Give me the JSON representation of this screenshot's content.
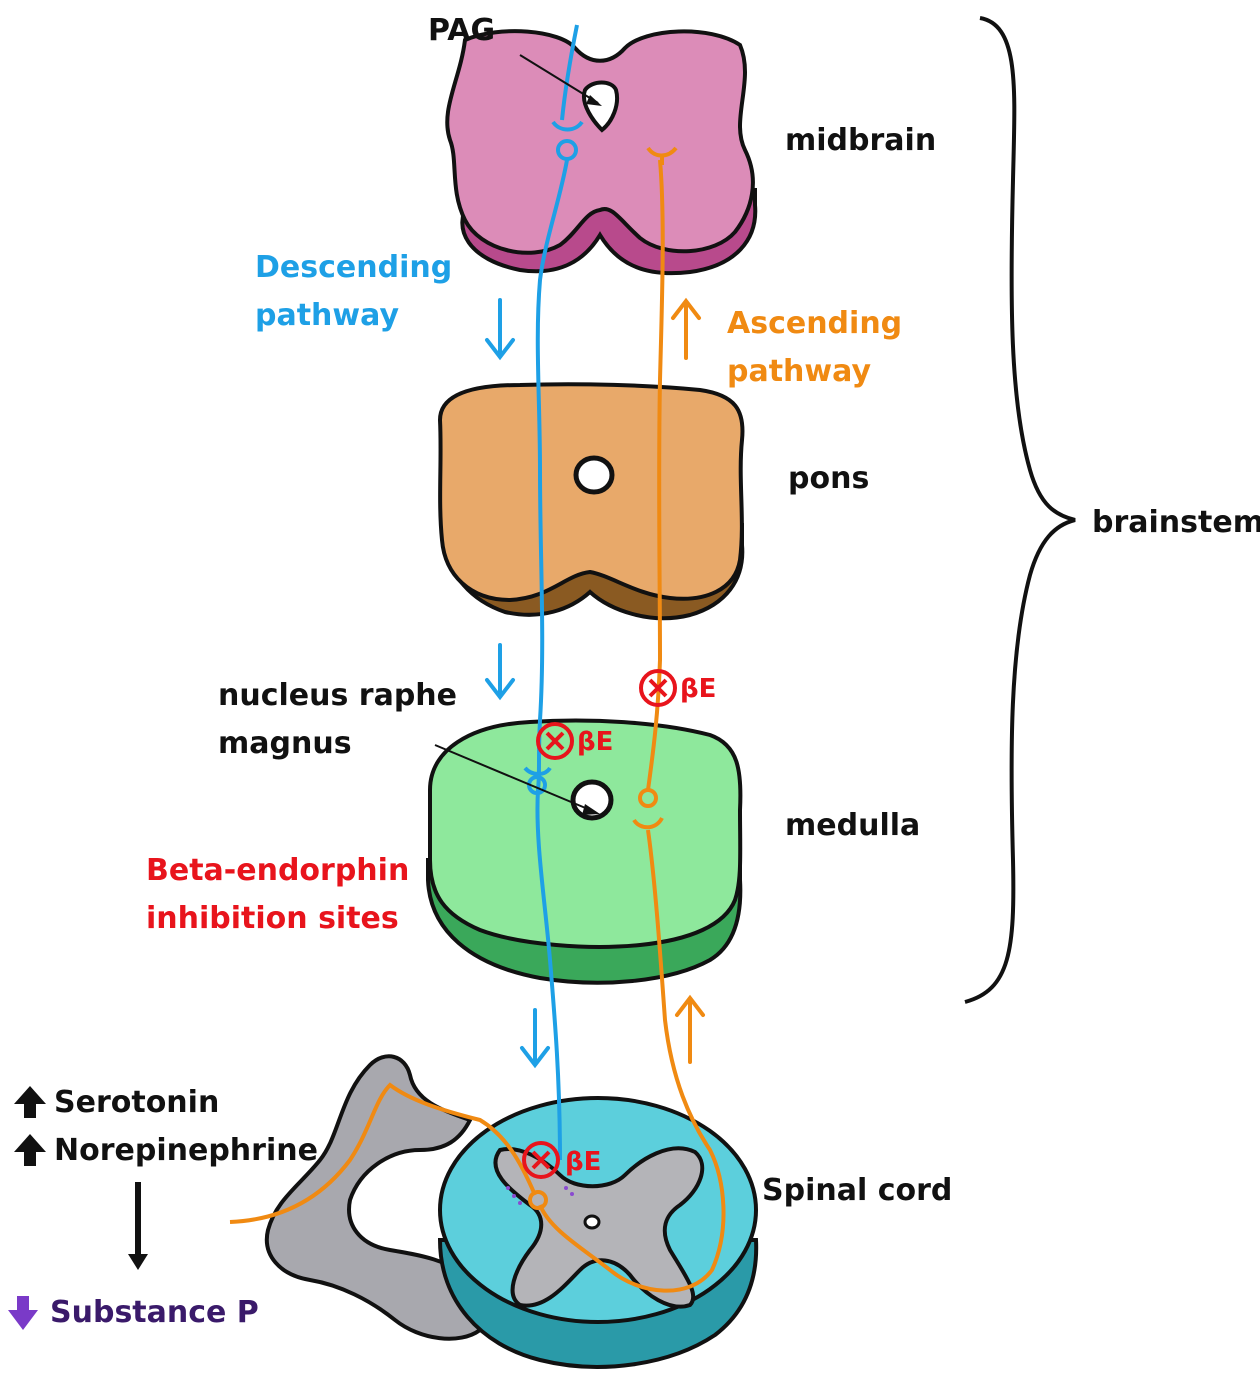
{
  "labels": {
    "pag": "PAG",
    "midbrain": "midbrain",
    "pons": "pons",
    "medulla": "medulla",
    "spinal_cord": "Spinal cord",
    "brainstem": "brainstem",
    "descending_line1": "Descending",
    "descending_line2": "pathway",
    "ascending_line1": "Ascending",
    "ascending_line2": "pathway",
    "nrm_line1": "nucleus raphe",
    "nrm_line2": "magnus",
    "beta_line1": "Beta-endorphin",
    "beta_line2": "inhibition sites",
    "serotonin": "Serotonin",
    "norepinephrine": "Norepinephrine",
    "substance_p": "Substance P",
    "be_mark": "βE"
  },
  "colors": {
    "descending": "#1ea0e6",
    "ascending": "#f08a12",
    "inhibition": "#e8141c",
    "substance_p": "#3a1a6a",
    "midbrain": "#dc8cb8",
    "pons": "#e8a96a",
    "medulla": "#8ee89c",
    "spinal_cord": "#5ccfdc",
    "grey_matter": "#b4b4b8"
  }
}
